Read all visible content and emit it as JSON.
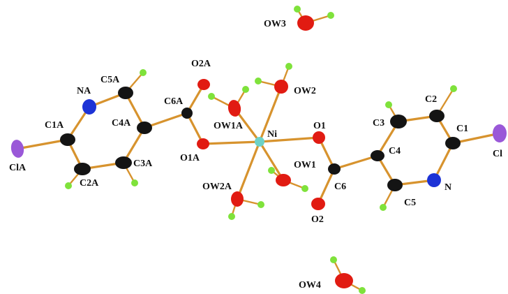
{
  "colors": {
    "C": "#141414",
    "N": "#1d33d6",
    "O": "#e11b12",
    "Ni": "#6ed2c6",
    "Cl": "#9a58d8",
    "H": "#7fe23b",
    "bond": "#d7932e"
  },
  "atoms": {
    "ClA": {
      "label": "ClA",
      "element": "Cl"
    },
    "C1A": {
      "label": "C1A",
      "element": "C"
    },
    "NA": {
      "label": "NA",
      "element": "N"
    },
    "C5A": {
      "label": "C5A",
      "element": "C"
    },
    "C4A": {
      "label": "C4A",
      "element": "C"
    },
    "C3A": {
      "label": "C3A",
      "element": "C"
    },
    "C2A": {
      "label": "C2A",
      "element": "C"
    },
    "C6A": {
      "label": "C6A",
      "element": "C"
    },
    "O2A": {
      "label": "O2A",
      "element": "O"
    },
    "O1A": {
      "label": "O1A",
      "element": "O"
    },
    "OW1A": {
      "label": "OW1A",
      "element": "O"
    },
    "OW2A": {
      "label": "OW2A",
      "element": "O"
    },
    "Ni": {
      "label": "Ni",
      "element": "Ni"
    },
    "OW2": {
      "label": "OW2",
      "element": "O"
    },
    "OW1": {
      "label": "OW1",
      "element": "O"
    },
    "O1": {
      "label": "O1",
      "element": "O"
    },
    "O2": {
      "label": "O2",
      "element": "O"
    },
    "C6": {
      "label": "C6",
      "element": "C"
    },
    "C4": {
      "label": "C4",
      "element": "C"
    },
    "C3": {
      "label": "C3",
      "element": "C"
    },
    "C2": {
      "label": "C2",
      "element": "C"
    },
    "C1": {
      "label": "C1",
      "element": "C"
    },
    "N": {
      "label": "N",
      "element": "N"
    },
    "C5": {
      "label": "C5",
      "element": "C"
    },
    "Cl": {
      "label": "Cl",
      "element": "Cl"
    },
    "OW3": {
      "label": "OW3",
      "element": "O"
    },
    "OW4": {
      "label": "OW4",
      "element": "O"
    }
  }
}
